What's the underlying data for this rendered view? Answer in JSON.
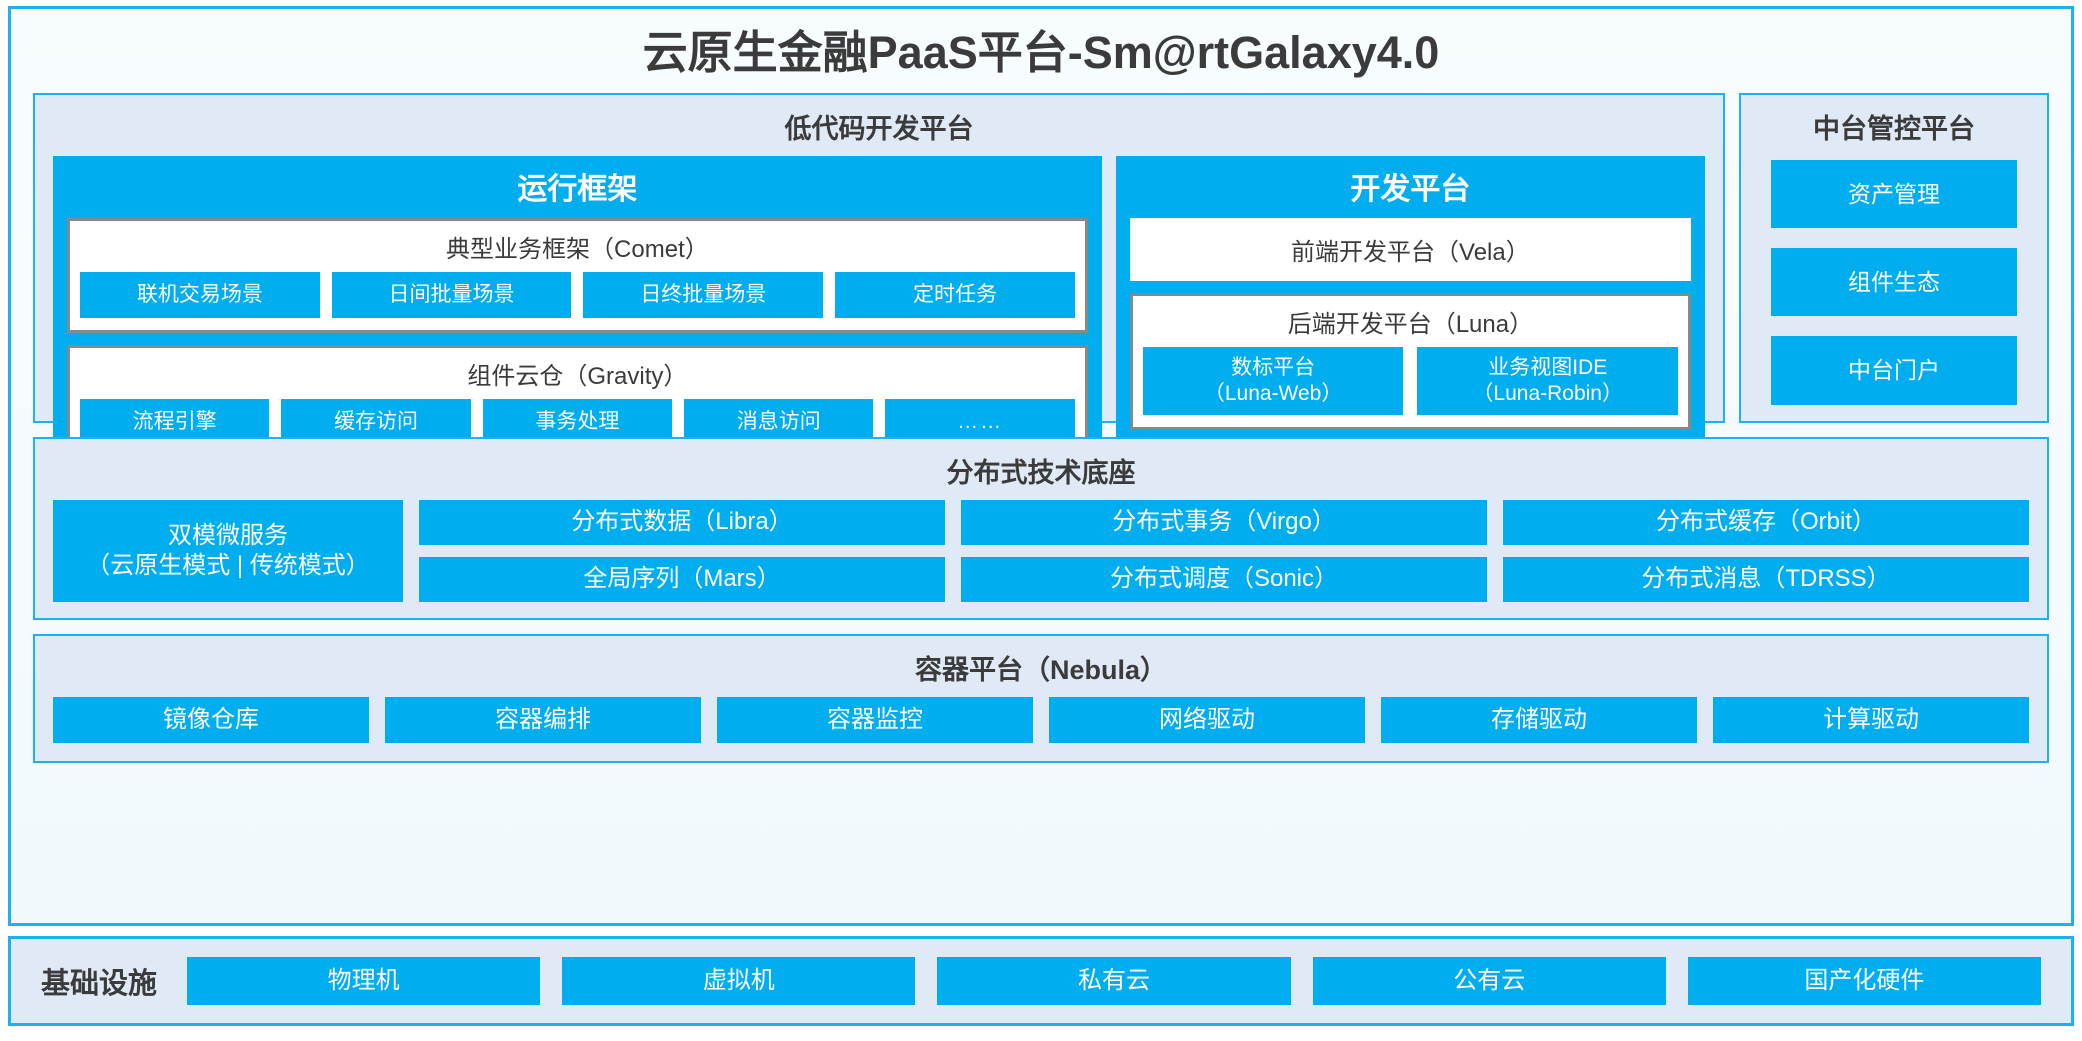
{
  "title": "云原生金融PaaS平台-Sm@rtGalaxy4.0",
  "colors": {
    "accent": "#00AEEF",
    "border": "#1FB0EF",
    "group_bg": "#dfeaf6",
    "panel_bg": "#f5fbff",
    "text": "#3b3b3b",
    "white_box_border": "#7f8c8d"
  },
  "lowcode": {
    "title": "低代码开发平台",
    "runtime": {
      "title": "运行框架",
      "comet": {
        "title": "典型业务框架（Comet）",
        "items": [
          "联机交易场景",
          "日间批量场景",
          "日终批量场景",
          "定时任务"
        ]
      },
      "gravity": {
        "title": "组件云仓（Gravity）",
        "items": [
          "流程引擎",
          "缓存访问",
          "事务处理",
          "消息访问",
          "……"
        ]
      }
    },
    "devplatform": {
      "title": "开发平台",
      "frontend": "前端开发平台（Vela）",
      "backend": {
        "title": "后端开发平台（Luna）",
        "items": [
          {
            "line1": "数标平台",
            "line2": "（Luna-Web）"
          },
          {
            "line1": "业务视图IDE",
            "line2": "（Luna-Robin）"
          }
        ]
      }
    }
  },
  "midoffice": {
    "title": "中台管控平台",
    "items": [
      "资产管理",
      "组件生态",
      "中台门户"
    ]
  },
  "distributed": {
    "title": "分布式技术底座",
    "microservice": {
      "line1": "双模微服务",
      "line2": "（云原生模式 | 传统模式）"
    },
    "columns": [
      [
        "分布式数据（Libra）",
        "全局序列（Mars）"
      ],
      [
        "分布式事务（Virgo）",
        "分布式调度（Sonic）"
      ],
      [
        "分布式缓存（Orbit）",
        "分布式消息（TDRSS）"
      ]
    ]
  },
  "container": {
    "title": "容器平台（Nebula）",
    "items": [
      "镜像仓库",
      "容器编排",
      "容器监控",
      "网络驱动",
      "存储驱动",
      "计算驱动"
    ]
  },
  "infrastructure": {
    "label": "基础设施",
    "items": [
      "物理机",
      "虚拟机",
      "私有云",
      "公有云",
      "国产化硬件"
    ]
  }
}
